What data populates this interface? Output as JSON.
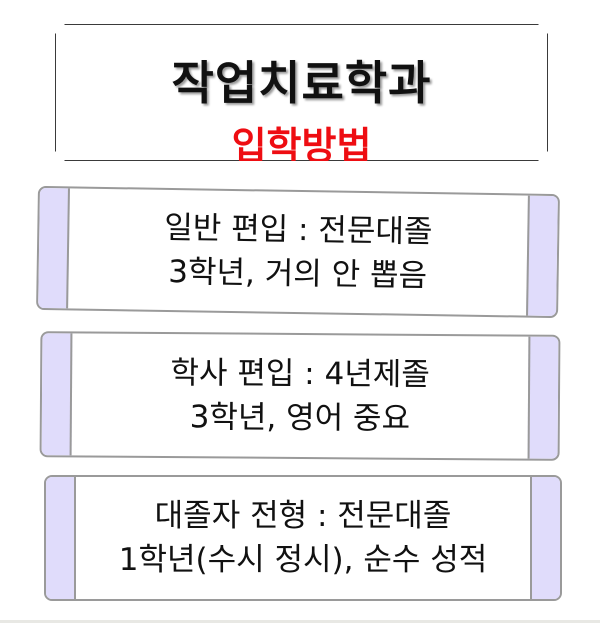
{
  "header": {
    "title": "작업치료학과",
    "subtitle": "입학방법",
    "subtitle_color": "#ee0d12"
  },
  "cards": [
    {
      "line1": "일반 편입 : 전문대졸",
      "line2": "3학년, 거의 안 뽑음"
    },
    {
      "line1": "학사 편입 : 4년제졸",
      "line2": "3학년, 영어 중요"
    },
    {
      "line1": "대졸자 전형 : 전문대졸",
      "line2": "1학년(수시 정시), 순수 성적"
    }
  ],
  "colors": {
    "tab": "#e0dcfb",
    "border": "#9a9a9a"
  }
}
